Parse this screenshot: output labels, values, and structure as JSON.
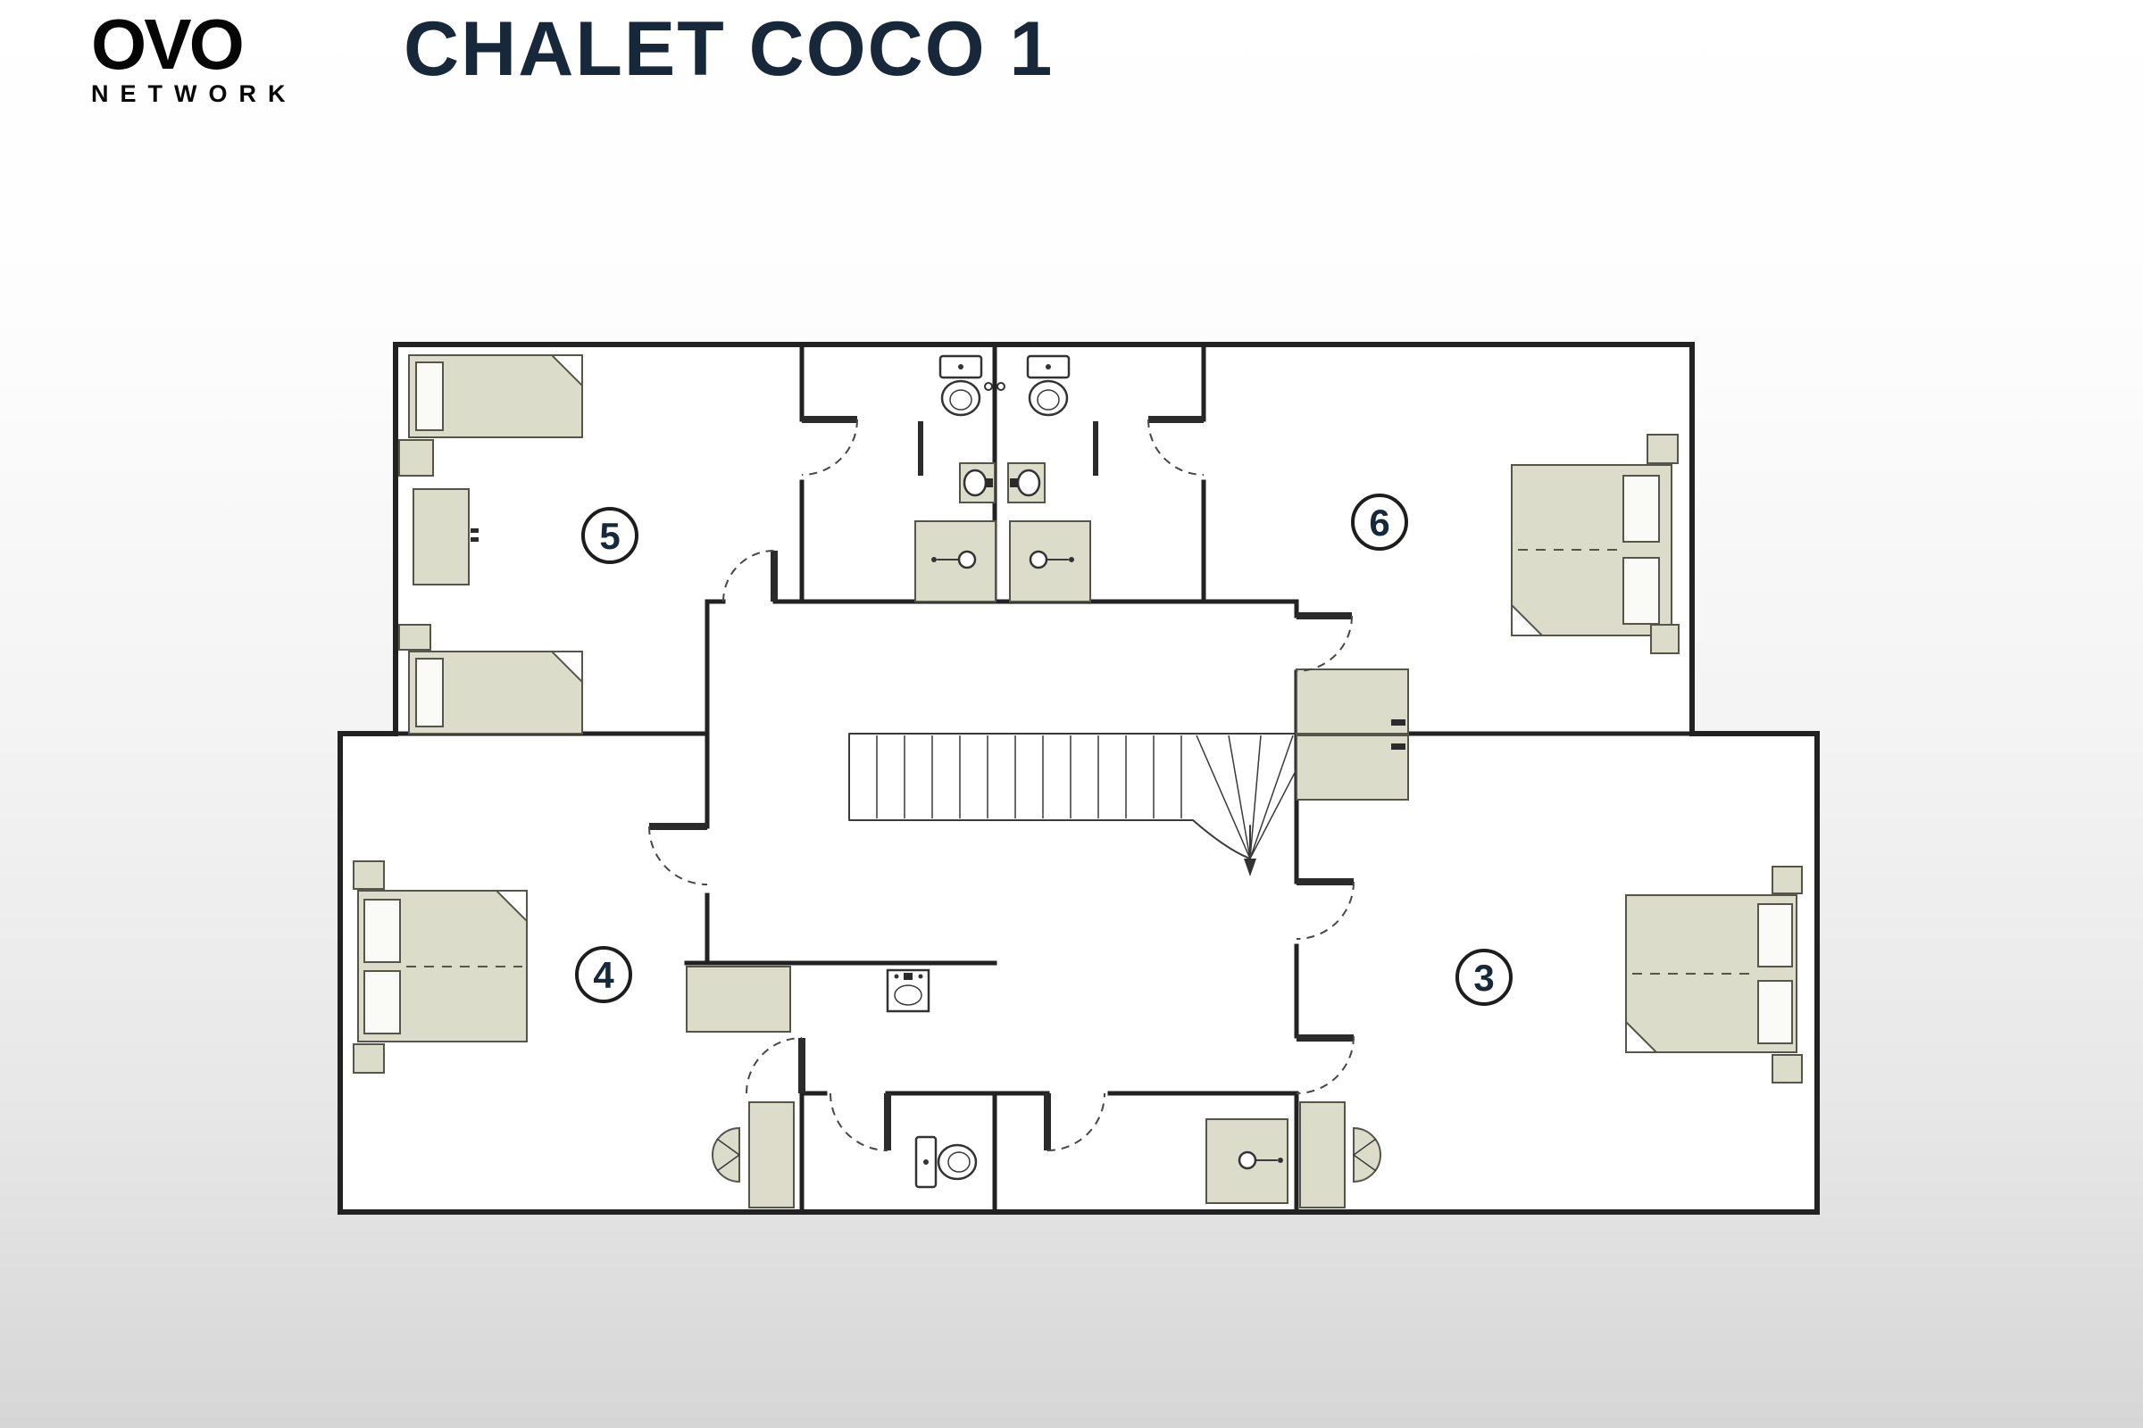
{
  "header": {
    "logo_text": "OVO",
    "logo_subtext": "NETWORK",
    "title": "CHALET COCO 1"
  },
  "floorplan": {
    "rooms": [
      {
        "label": "5"
      },
      {
        "label": "6"
      },
      {
        "label": "4"
      },
      {
        "label": "3"
      }
    ],
    "colors": {
      "wall": "#222222",
      "furniture": "#dcdcca",
      "furniture_outline": "#55554a",
      "fixture": "#ffffff",
      "accent_text": "#16283a",
      "background_top": "#ffffff",
      "background_bottom": "#d6d6d6"
    }
  }
}
